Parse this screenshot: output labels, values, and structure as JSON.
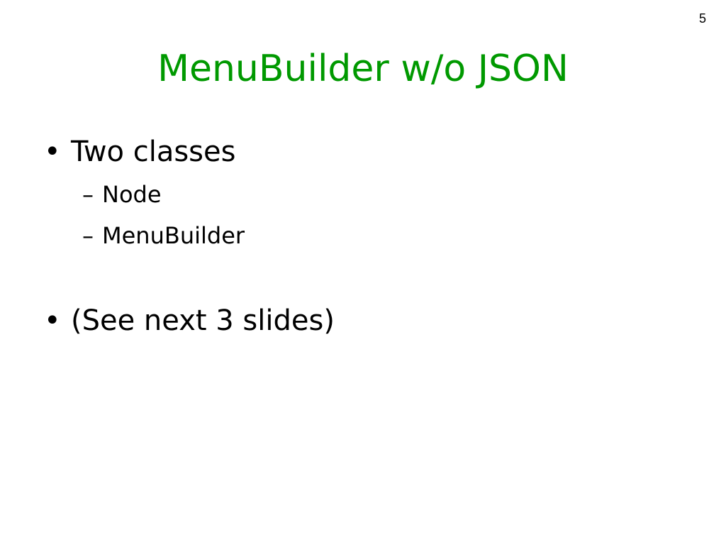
{
  "slide": {
    "number": "5",
    "title": "MenuBuilder w/o JSON",
    "title_color": "#009900",
    "bullet_marker": "•",
    "sub_bullet_marker": "–",
    "bullets": [
      {
        "text": "Two classes",
        "sub_bullets": [
          {
            "text": "Node"
          },
          {
            "text": "MenuBuilder"
          }
        ]
      },
      {
        "text": "(See next 3 slides)",
        "sub_bullets": []
      }
    ]
  }
}
